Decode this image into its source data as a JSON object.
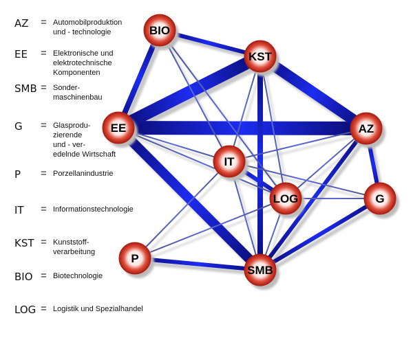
{
  "legend": [
    {
      "abbr": "AZ",
      "eq": "=",
      "desc": "Automobilproduktion\nund - technologie"
    },
    {
      "abbr": "EE",
      "eq": "=",
      "desc": "Elektronische und\nelektrotechnische\nKomponenten"
    },
    {
      "abbr": "SMB",
      "eq": "=",
      "desc": "Sonder-\nmaschinenbau"
    },
    {
      "abbr": "G",
      "eq": "=",
      "desc": "Glasprodu-\nzierende\nund - ver-\nedelnde Wirtschaft"
    },
    {
      "abbr": "P",
      "eq": "=",
      "desc": "Porzellanindustrie"
    },
    {
      "abbr": "IT",
      "eq": "=",
      "desc": "Informationstechnologie"
    },
    {
      "abbr": "KST",
      "eq": "=",
      "desc": "Kunststoff-\nverarbeitung"
    },
    {
      "abbr": "BIO",
      "eq": "=",
      "desc": "Biotechnologie"
    },
    {
      "abbr": "LOG",
      "eq": "=",
      "desc": "Logistik und Spezialhandel"
    }
  ],
  "nodes": [
    "BIO",
    "KST",
    "EE",
    "AZ",
    "IT",
    "LOG",
    "G",
    "P",
    "SMB"
  ],
  "edges": [
    {
      "from": "EE",
      "to": "AZ",
      "strength": 10
    },
    {
      "from": "EE",
      "to": "KST",
      "strength": 9
    },
    {
      "from": "KST",
      "to": "AZ",
      "strength": 8
    },
    {
      "from": "EE",
      "to": "SMB",
      "strength": 7
    },
    {
      "from": "KST",
      "to": "SMB",
      "strength": 4
    },
    {
      "from": "BIO",
      "to": "EE",
      "strength": 4
    },
    {
      "from": "BIO",
      "to": "KST",
      "strength": 3
    },
    {
      "from": "AZ",
      "to": "SMB",
      "strength": 3
    },
    {
      "from": "AZ",
      "to": "G",
      "strength": 3
    },
    {
      "from": "G",
      "to": "SMB",
      "strength": 3
    },
    {
      "from": "P",
      "to": "SMB",
      "strength": 3
    },
    {
      "from": "IT",
      "to": "LOG",
      "strength": 3
    },
    {
      "from": "BIO",
      "to": "IT",
      "strength": 1
    },
    {
      "from": "BIO",
      "to": "LOG",
      "strength": 1
    },
    {
      "from": "KST",
      "to": "IT",
      "strength": 1
    },
    {
      "from": "KST",
      "to": "LOG",
      "strength": 1
    },
    {
      "from": "EE",
      "to": "IT",
      "strength": 1
    },
    {
      "from": "EE",
      "to": "LOG",
      "strength": 1
    },
    {
      "from": "AZ",
      "to": "IT",
      "strength": 1
    },
    {
      "from": "AZ",
      "to": "LOG",
      "strength": 1
    },
    {
      "from": "IT",
      "to": "SMB",
      "strength": 1
    },
    {
      "from": "IT",
      "to": "P",
      "strength": 1
    },
    {
      "from": "IT",
      "to": "G",
      "strength": 1
    },
    {
      "from": "LOG",
      "to": "G",
      "strength": 1
    },
    {
      "from": "LOG",
      "to": "SMB",
      "strength": 1
    },
    {
      "from": "LOG",
      "to": "P",
      "strength": 1
    }
  ],
  "colors": {
    "edge_dark": "#0a0a6e",
    "edge_bright": "#1c2cf0",
    "edge_thin": "#5a6adc",
    "node_red": "#c0281c"
  }
}
